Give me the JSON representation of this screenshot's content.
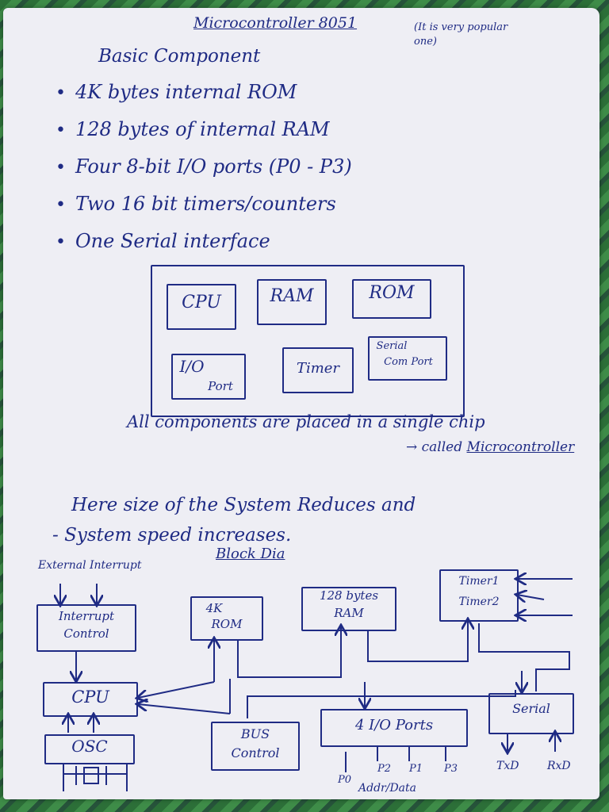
{
  "title": "Microcontroller 8051",
  "side_note": "(It is very popular one)",
  "heading": "Basic Component",
  "bullets": [
    "4K bytes internal ROM",
    "128 bytes of internal RAM",
    "Four 8-bit I/O ports (P0 - P3)",
    "Two 16 bit timers/counters",
    "One Serial interface"
  ],
  "chip_diagram": {
    "cpu": "CPU",
    "ram": "RAM",
    "rom": "ROM",
    "io_port_a": "I/O",
    "io_port_b": "Port",
    "timer": "Timer",
    "serial_a": "Serial",
    "serial_b": "Com Port"
  },
  "caption_line1": "All components are placed in a single chip",
  "caption_line2_prefix": "→ called",
  "caption_line2_word": "Microcontroller",
  "summary_line1": "Here size of the System Reduces and",
  "summary_line2": "- System speed increases.",
  "block_dia": {
    "label": "Block Dia",
    "external_interrupt": "External Interrupt",
    "interrupt_control_a": "Interrupt",
    "interrupt_control_b": "Control",
    "rom_a": "4K",
    "rom_b": "ROM",
    "ram_a": "128 bytes",
    "ram_b": "RAM",
    "timer_a": "Timer1",
    "timer_b": "Timer2",
    "cpu": "CPU",
    "osc": "OSC",
    "bus_a": "BUS",
    "bus_b": "Control",
    "ports": "4 I/O Ports",
    "serial": "Serial",
    "p0": "P0",
    "p2": "P2",
    "p1": "P1",
    "p3": "P3",
    "addr_data": "Addr/Data",
    "txd": "TxD",
    "rxd": "RxD"
  }
}
